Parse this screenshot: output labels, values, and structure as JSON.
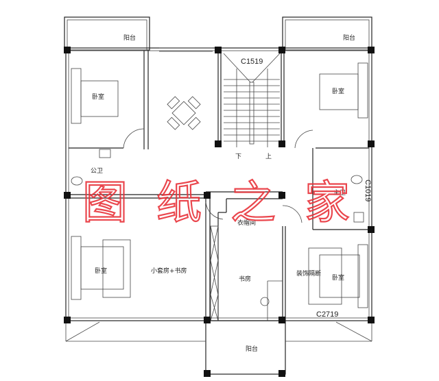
{
  "plan": {
    "rooms": {
      "balcony_top_left": "阳台",
      "balcony_top_right": "阳台",
      "balcony_bottom": "阳台",
      "bedroom_top_left": "卧室",
      "bedroom_top_right": "卧室",
      "bedroom_bottom_left": "卧室",
      "bedroom_bottom_right": "卧室",
      "public_bath": "公卫",
      "master_bath": "主卫",
      "cloakroom": "衣帽间",
      "suite_study": "小套房+书房",
      "study": "书房",
      "partition": "装饰隔断"
    },
    "stair": {
      "down": "下",
      "up": "上"
    },
    "windows": {
      "stair_window": "C1519",
      "bedroom_window": "C2719",
      "bath_window": "C1019"
    }
  },
  "watermark": "图纸之家",
  "colors": {
    "watermark": "#e8333a",
    "walls": "#222222"
  }
}
